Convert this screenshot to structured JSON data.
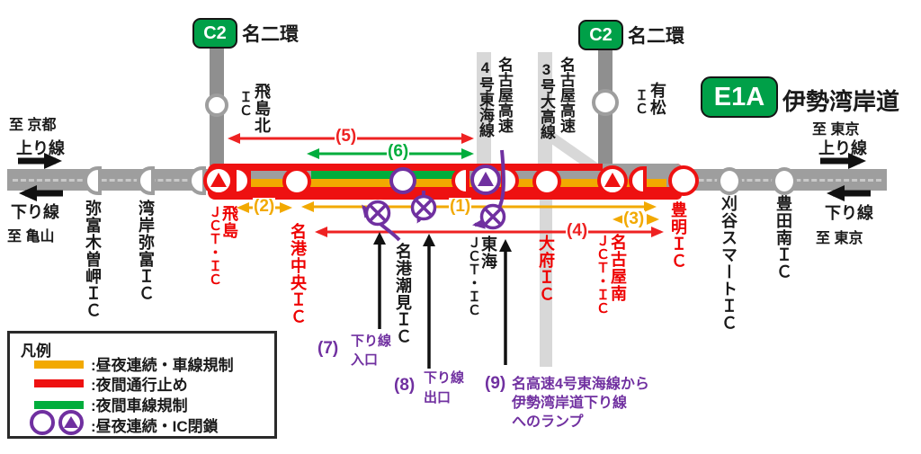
{
  "expressways": {
    "c2_label": "C2",
    "c2_name": "名二環",
    "e1a_label": "E1A",
    "e1a_name": "伊勢湾岸道",
    "urban_operator": "名古屋高速",
    "tokai_line": "4号東海線",
    "odaka_line": "3号大高線"
  },
  "directions": {
    "left_top_dest": "至 京都",
    "left_top_lane": "上り線",
    "left_bottom_lane": "下り線",
    "left_bottom_dest": "至 亀山",
    "right_top_dest": "至 東京",
    "right_top_lane": "上り線",
    "right_bottom_lane": "下り線",
    "right_bottom_dest": "至 東京"
  },
  "stations": {
    "yatomi_kisosaki": "弥富木曽岬ＩＣ",
    "wangan_yatomi": "湾岸弥富ＩＣ",
    "tobishima_kita": {
      "name": "飛島北",
      "suffix": "ＩＣ"
    },
    "tobishima": {
      "name": "飛島",
      "suffix": "ＪＣＴ・ＩＣ"
    },
    "meiko_chuo": "名港中央ＩＣ",
    "meiko_shiomi": "名港潮見ＩＣ",
    "tokai": {
      "name": "東海",
      "suffix": "ＪＣＴ・ＩＣ"
    },
    "obu": "大府ＩＣ",
    "nagoya_minami": {
      "name": "名古屋南",
      "suffix": "ＪＣＴ・ＩＣ"
    },
    "toyoake": "豊明ＩＣ",
    "arimatsu": {
      "name": "有松",
      "suffix": "ＩＣ"
    },
    "kariya_smart": "刈谷スマートＩＣ",
    "toyota_minami": "豊田南ＩＣ"
  },
  "markers": {
    "m1": "(1)",
    "m2": "(2)",
    "m3": "(3)",
    "m4": "(4)",
    "m5": "(5)",
    "m6": "(6)"
  },
  "notes": {
    "n7": {
      "num": "(7)",
      "line1": "下り線",
      "line2": "入口"
    },
    "n8": {
      "num": "(8)",
      "line1": "下り線",
      "line2": "出口"
    },
    "n9": {
      "num": "(9)",
      "line1": "名高速4号東海線から",
      "line2": "伊勢湾岸道下り線",
      "line3": "へのランプ"
    }
  },
  "legend": {
    "title": "凡例",
    "item_orange": ":昼夜連続・車線規制",
    "item_red": ":夜間通行止め",
    "item_green": ":夜間車線規制",
    "item_closed": ":昼夜連続・IC閉鎖"
  },
  "colors": {
    "regulation_orange": "#F2A900",
    "closure_red": "#EE1111",
    "night_lane_green": "#00AD3C",
    "ic_closed_purple": "#7030A0",
    "road_gray": "#9E9E9E",
    "urban_exp_gray": "#D8D8D8",
    "badge_green": "#00A048"
  }
}
